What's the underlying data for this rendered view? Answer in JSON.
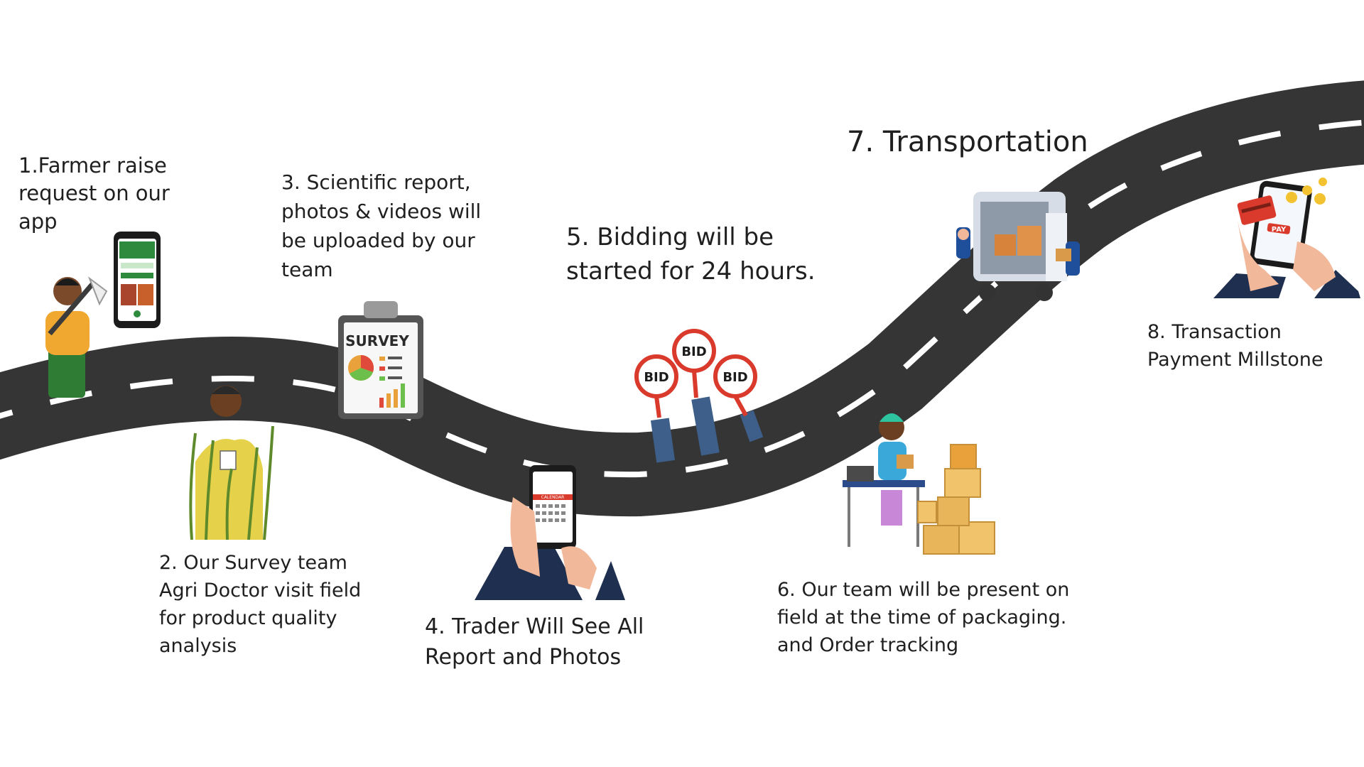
{
  "steps": [
    {
      "id": "step1",
      "text": "1.Farmer raise\nrequest on our\napp"
    },
    {
      "id": "step2",
      "text": "2. Our Survey team\nAgri Doctor visit field\nfor product quality\nanalysis"
    },
    {
      "id": "step3",
      "text": "3. Scientific report,\nphotos & videos will\nbe uploaded by our\nteam"
    },
    {
      "id": "step4",
      "text": "4. Trader Will See All\nReport and Photos"
    },
    {
      "id": "step5",
      "text": "5. Bidding will be\nstarted for 24 hours."
    },
    {
      "id": "step6",
      "text": "6. Our team will be present on\nfield at the time of packaging.\nand Order tracking"
    },
    {
      "id": "step7",
      "text": "7. Transportation"
    },
    {
      "id": "step8",
      "text": "8. Transaction\nPayment Millstone"
    }
  ],
  "illustrations": {
    "survey_clipboard_title": "SURVEY",
    "calendar_header": "CALENDAR",
    "bid_paddle_text": "BID",
    "pay_button_text": "PAY"
  },
  "colors": {
    "road": "#353535",
    "road_marking": "#ffffff",
    "text": "#1f1f1f",
    "accent_green": "#2e8b3e",
    "accent_red": "#d93a2b",
    "accent_orange": "#e9a13b",
    "suit_navy": "#1f2f4f"
  }
}
